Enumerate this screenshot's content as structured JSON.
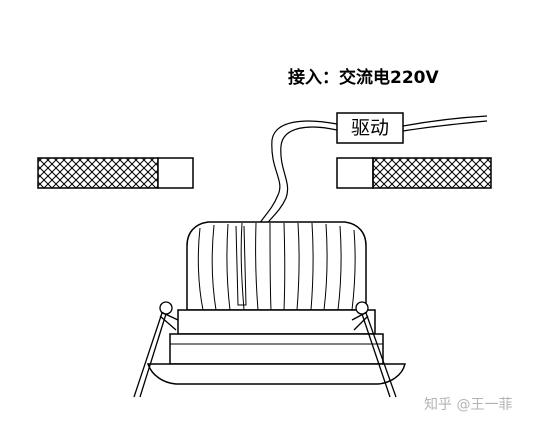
{
  "labels": {
    "supply": "接入：交流电220V",
    "driver": "驱动",
    "watermark": "知乎 @王一菲"
  }
}
